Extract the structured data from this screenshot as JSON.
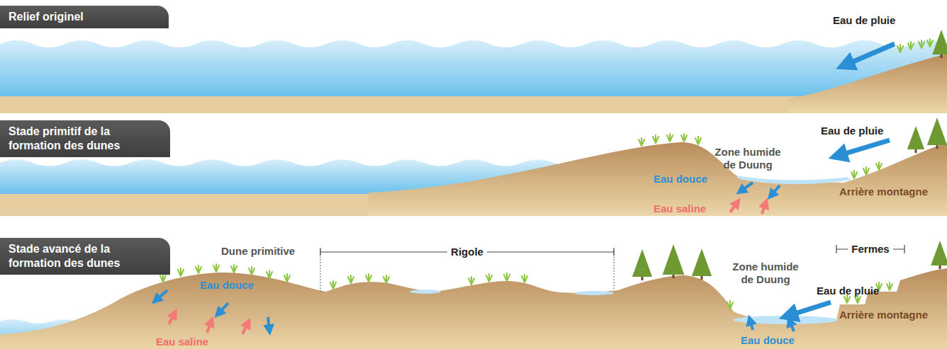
{
  "diagram": {
    "nodes": [
      {
        "text": [
          "Relief originel"
        ]
      },
      {
        "text": [
          "Stade primitif de la formation des dunes"
        ]
      },
      {
        "text": [
          "Stade avancé de la formation des dunes"
        ]
      }
    ],
    "labels": [
      "Eau de pluie",
      "Zone humide de Duung",
      "Eau de pluie",
      "Eau douce",
      "Eau saline",
      "Arrière montagne",
      "Dune primitive",
      "Rigole",
      "Fermes",
      "Zone humide de Duung",
      "Eau de pluie",
      "Eau douce",
      "Eau saline",
      "Arrière montagne",
      "Eau douce"
    ]
  }
}
